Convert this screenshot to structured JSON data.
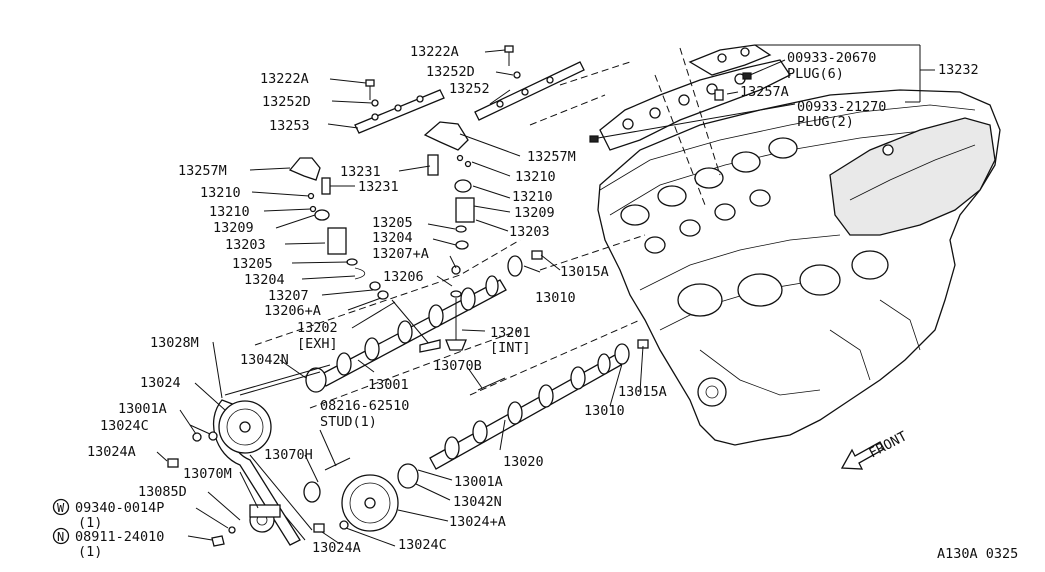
{
  "labels": {
    "l13222A_top": "13222A",
    "l13252D_top": "13252D",
    "l13252": "13252",
    "l13222A_left": "13222A",
    "l13252D_left": "13252D",
    "l13253": "13253",
    "l13257M_right": "13257M",
    "l13231_a": "13231",
    "l13231_b": "13231",
    "l13257M_left": "13257M",
    "l13210_a": "13210",
    "l13210_b": "13210",
    "l13210_c": "13210",
    "l13210_d": "13210",
    "l13209_a": "13209",
    "l13209_b": "13209",
    "l13203_a": "13203",
    "l13203_b": "13203",
    "l13205_a": "13205",
    "l13205_b": "13205",
    "l13204_a": "13204",
    "l13204_b": "13204",
    "l13207A": "13207+A",
    "l13207": "13207",
    "l13206": "13206",
    "l13206A": "13206+A",
    "l13202": "13202",
    "l13202_sub": "[EXH]",
    "l13201": "13201",
    "l13201_sub": "[INT]",
    "l13015A_a": "13015A",
    "l13015A_b": "13015A",
    "l13010_a": "13010",
    "l13010_b": "13010",
    "l13028M": "13028M",
    "l13042N_a": "13042N",
    "l13042N_b": "13042N",
    "l13001": "13001",
    "l13070B": "13070B",
    "l13024": "13024",
    "l13001A_a": "13001A",
    "l13001A_b": "13001A",
    "l13024C_a": "13024C",
    "l13024C_b": "13024C",
    "l13024A_a": "13024A",
    "l13024A_b": "13024A",
    "l08216": "08216-62510",
    "l_stud": "STUD(1)",
    "l13070H": "13070H",
    "l13070M": "13070M",
    "l13085D": "13085D",
    "l13020": "13020",
    "l13024pA": "13024+A",
    "w_circle": "W",
    "l09340": "09340-0014P",
    "l09340_qty": "(1)",
    "n_circle": "N",
    "l08911": "08911-24010",
    "l08911_qty": "(1)",
    "l00933_20670": "00933-20670",
    "l_plug6": "PLUG(6)",
    "l13232": "13232",
    "l13257A": "13257A",
    "l00933_21270": "00933-21270",
    "l_plug2": "PLUG(2)",
    "l_front": "FRONT",
    "l_code": "A130A 0325"
  }
}
